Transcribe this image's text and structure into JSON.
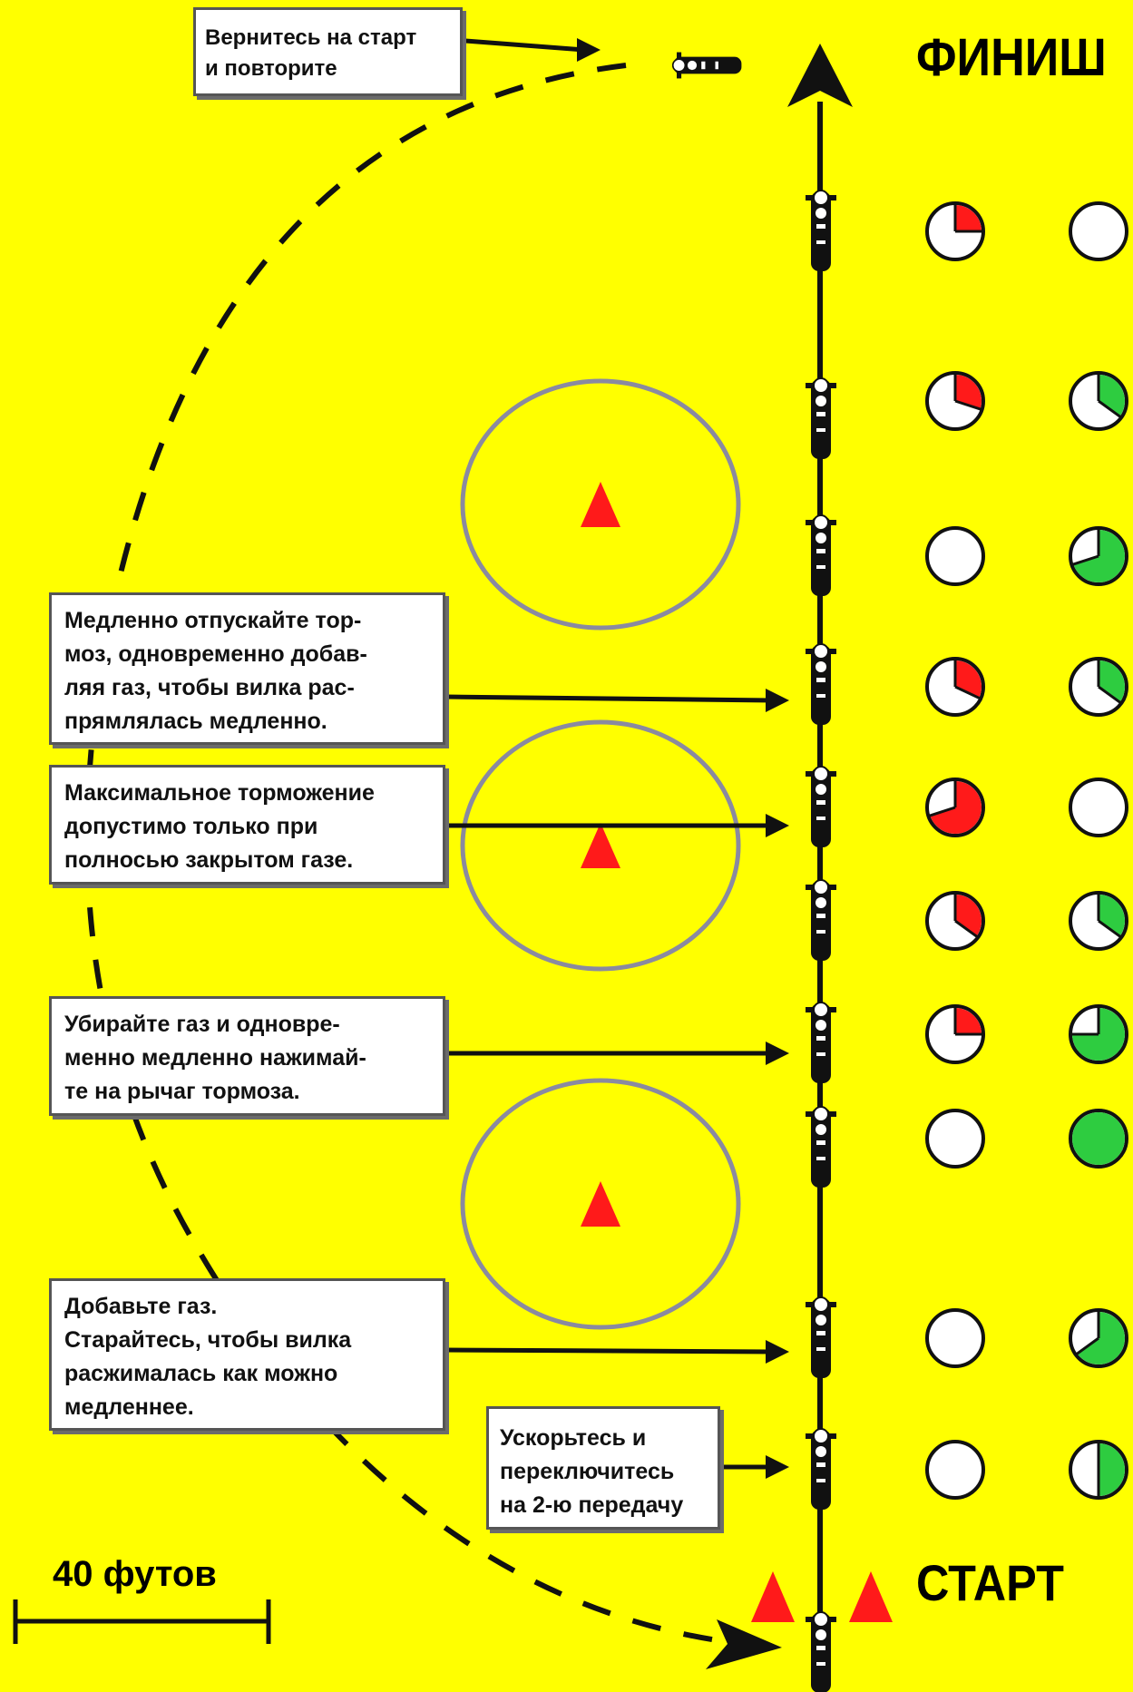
{
  "labels": {
    "finish": "ФИНИШ",
    "start": "СТАРТ",
    "scale": "40 футов"
  },
  "notes": {
    "return": "Вернитесь на старт\nи повторите",
    "release_brake": "Медленно отпускайте тор-\nмоз, одновременно добав-\nляя газ, чтобы вилка рас-\nпрямлялась медленно.",
    "max_braking": "Максимальное торможение\nдопустимо только при\nполносью закрытом газе.",
    "close_throttle": "Убирайте газ и одновре-\nменно медленно нажимай-\nте на рычаг тормоза.",
    "add_gas": "Добавьте газ.\nСтарайтесь, чтобы вилка\nрасжималась как можно\nмедленнее.",
    "accelerate": "Ускорьтесь и\nпереключитесь\nна 2-ю передачу"
  },
  "indicators": {
    "brake_color": "#ff1a1a",
    "throttle_color": "#2ecc40",
    "brake_levels": [
      0.25,
      0.3,
      0.0,
      0.32,
      0.7,
      0.35,
      0.25,
      0.0,
      0.0,
      0.0
    ],
    "throttle_levels": [
      0.0,
      0.35,
      0.7,
      0.35,
      0.0,
      0.35,
      0.75,
      1.0,
      0.65,
      0.5
    ]
  },
  "colors": {
    "background": "#ffff00",
    "cone": "#ff1a1a",
    "circle_outline": "#8a8aa0"
  }
}
